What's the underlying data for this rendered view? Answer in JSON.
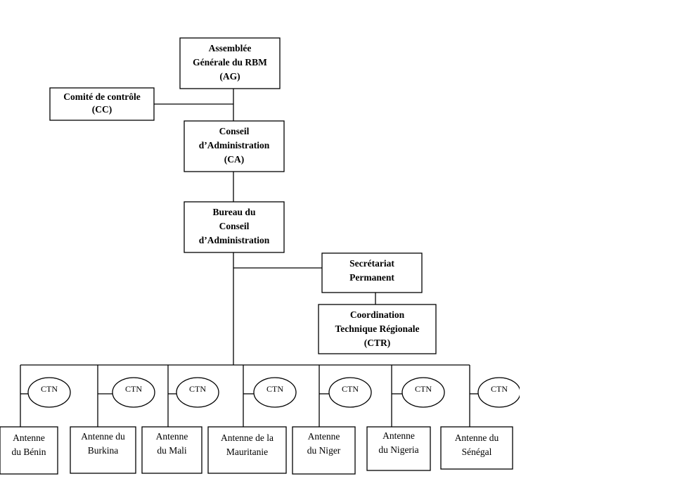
{
  "diagram": {
    "type": "org-chart",
    "nodes": {
      "ag": {
        "lines": [
          "Assemblée",
          "Générale du RBM",
          "(AG)"
        ]
      },
      "cc": {
        "lines": [
          "Comité de contrôle",
          "(CC)"
        ]
      },
      "ca": {
        "lines": [
          "Conseil",
          "d’Administration",
          "(CA)"
        ]
      },
      "bca": {
        "lines": [
          "Bureau du",
          "Conseil",
          "d’Administration"
        ]
      },
      "sp": {
        "lines": [
          "Secrétariat",
          "Permanent"
        ]
      },
      "ctr": {
        "lines": [
          "Coordination",
          "Technique Régionale",
          "(CTR)"
        ]
      }
    },
    "ctn_label": "CTN",
    "antennes": [
      {
        "lines": [
          "Antenne",
          "du Bénin"
        ]
      },
      {
        "lines": [
          "Antenne du",
          "Burkina"
        ]
      },
      {
        "lines": [
          "Antenne",
          "du Mali"
        ]
      },
      {
        "lines": [
          "Antenne de la",
          "Mauritanie"
        ]
      },
      {
        "lines": [
          "Antenne",
          "du Niger"
        ]
      },
      {
        "lines": [
          "Antenne",
          "du Nigeria"
        ]
      },
      {
        "lines": [
          "Antenne du",
          "Sénégal"
        ]
      }
    ],
    "edges": [
      [
        "ag",
        "ca"
      ],
      [
        "cc",
        "ag-ca-line"
      ],
      [
        "ca",
        "bca"
      ],
      [
        "bca",
        "sp"
      ],
      [
        "sp",
        "ctr"
      ],
      [
        "bca",
        "antennes-bus"
      ]
    ]
  }
}
